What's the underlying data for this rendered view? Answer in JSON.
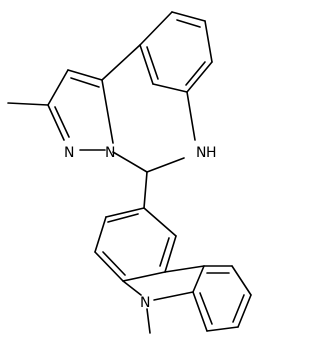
{
  "atoms": {
    "N1": "N",
    "N2": "N",
    "NH": "N",
    "H": "H",
    "N_carbazole": "N"
  },
  "colors": {
    "bond": "#000000",
    "label": "#000000",
    "background": "#ffffff"
  }
}
